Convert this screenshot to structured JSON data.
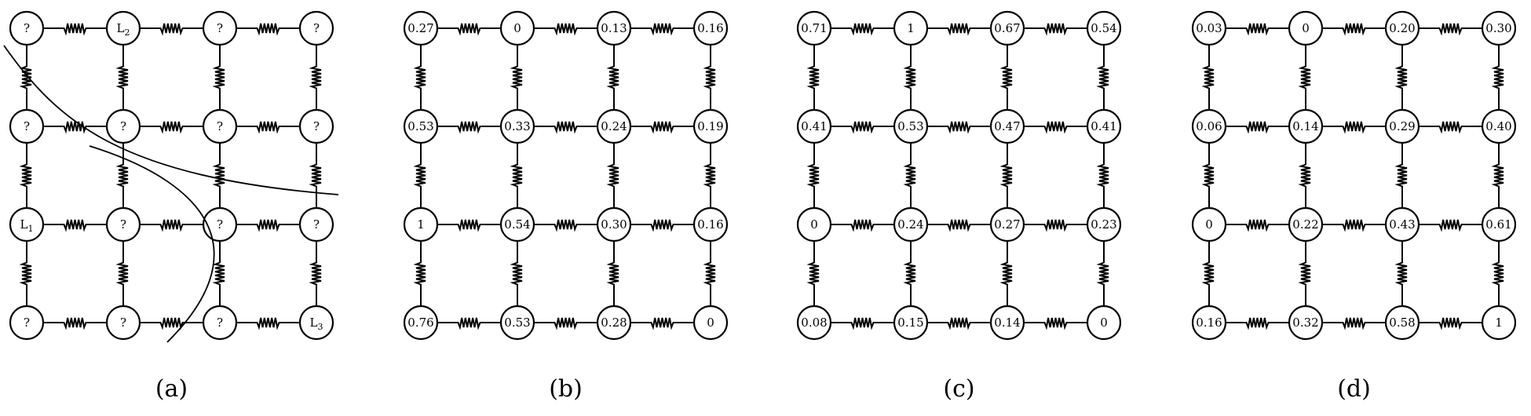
{
  "panels": [
    {
      "caption": "(a)",
      "nodes": [
        [
          "?",
          "L2",
          "?",
          "?"
        ],
        [
          "?",
          "?",
          "?",
          "?"
        ],
        [
          "L1",
          "?",
          "?",
          "?"
        ],
        [
          "?",
          "?",
          "?",
          "L3"
        ]
      ],
      "has_cut_curves": true
    },
    {
      "caption": "(b)",
      "nodes": [
        [
          "0.27",
          "0",
          "0.13",
          "0.16"
        ],
        [
          "0.53",
          "0.33",
          "0.24",
          "0.19"
        ],
        [
          "1",
          "0.54",
          "0.30",
          "0.16"
        ],
        [
          "0.76",
          "0.53",
          "0.28",
          "0"
        ]
      ],
      "has_cut_curves": false
    },
    {
      "caption": "(c)",
      "nodes": [
        [
          "0.71",
          "1",
          "0.67",
          "0.54"
        ],
        [
          "0.41",
          "0.53",
          "0.47",
          "0.41"
        ],
        [
          "0",
          "0.24",
          "0.27",
          "0.23"
        ],
        [
          "0.08",
          "0.15",
          "0.14",
          "0"
        ]
      ],
      "has_cut_curves": false
    },
    {
      "caption": "(d)",
      "nodes": [
        [
          "0.03",
          "0",
          "0.20",
          "0.30"
        ],
        [
          "0.06",
          "0.14",
          "0.29",
          "0.40"
        ],
        [
          "0",
          "0.22",
          "0.43",
          "0.61"
        ],
        [
          "0.16",
          "0.32",
          "0.58",
          "1"
        ]
      ],
      "has_cut_curves": false
    }
  ]
}
